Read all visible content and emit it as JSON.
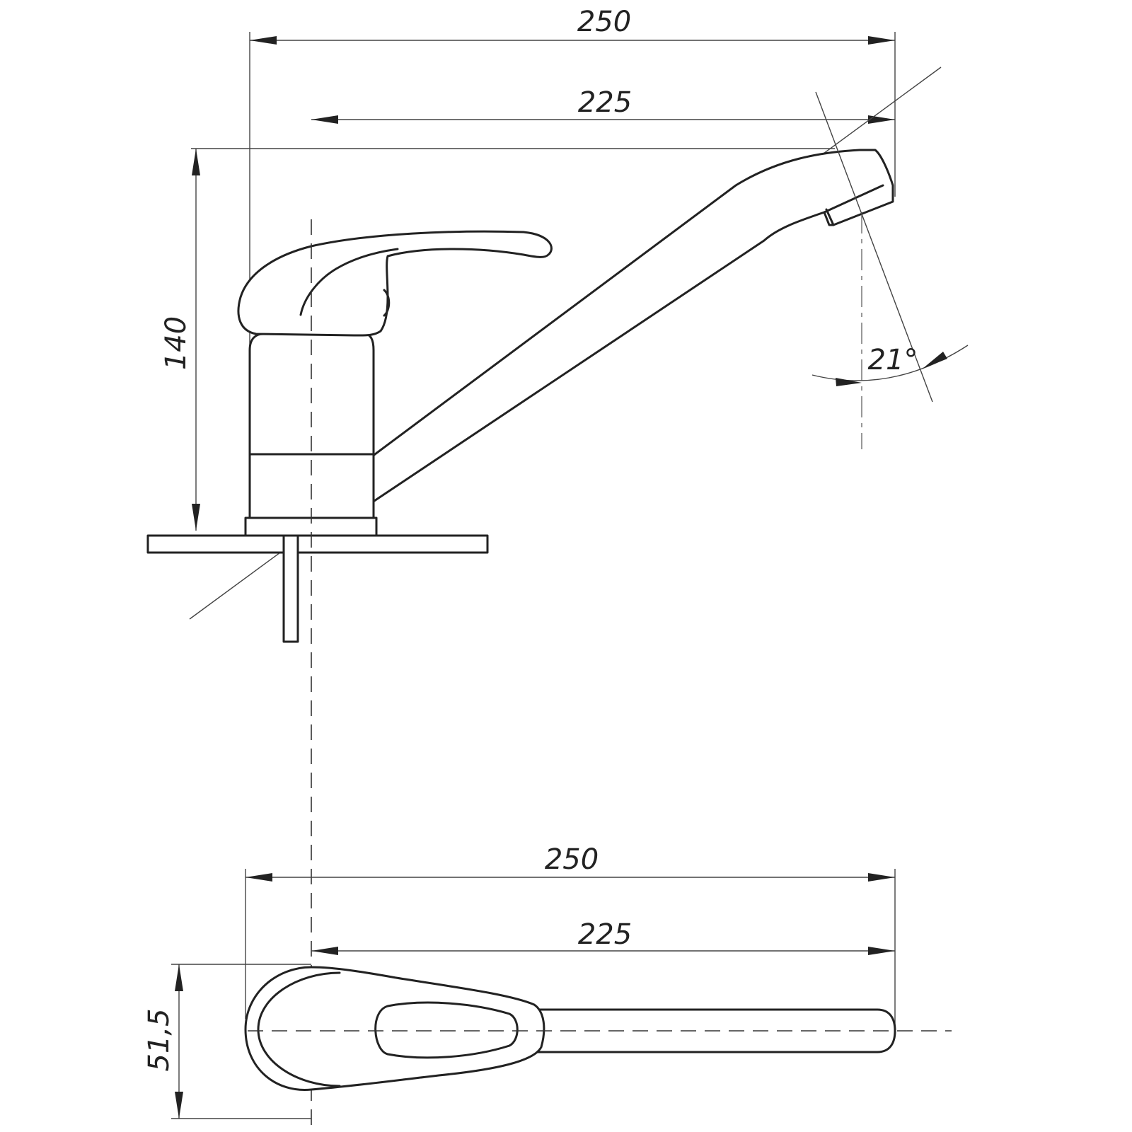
{
  "drawing": {
    "front_view": {
      "overall_length_label": "250",
      "spout_reach_label": "225",
      "height_label": "140",
      "angle_label": "21°"
    },
    "top_view": {
      "overall_length_label": "250",
      "spout_reach_label": "225",
      "depth_label": "51,5"
    },
    "colors": {
      "line": "#222222",
      "background": "#ffffff"
    }
  }
}
